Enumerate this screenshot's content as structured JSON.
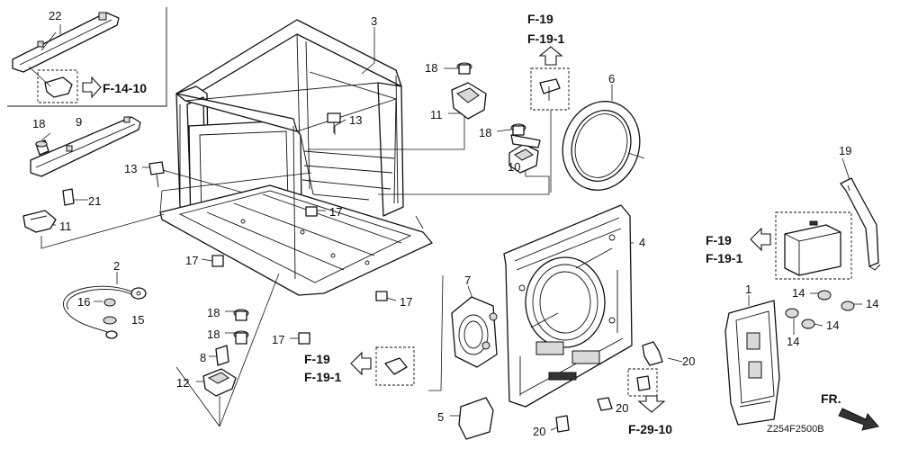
{
  "callouts": {
    "c22": "22",
    "c3": "3",
    "c18a": "18",
    "c11a": "11",
    "c13a": "13",
    "c6": "6",
    "c18b": "18",
    "c10": "10",
    "c18c": "18",
    "c9": "9",
    "c13b": "13",
    "c21": "21",
    "c11b": "11",
    "c17a": "17",
    "c17b": "17",
    "c17c": "17",
    "c17d": "17",
    "c2": "2",
    "c16": "16",
    "c15": "15",
    "c18d": "18",
    "c18e": "18",
    "c8": "8",
    "c12": "12",
    "c7": "7",
    "c4": "4",
    "c19": "19",
    "c1": "1",
    "c14a": "14",
    "c14b": "14",
    "c14c": "14",
    "c14d": "14",
    "c20a": "20",
    "c20b": "20",
    "c20c": "20",
    "c5": "5"
  },
  "refs": {
    "top_f19": "F-19",
    "top_f19_1": "F-19-1",
    "f14_10": "F-14-10",
    "right_f19": "F-19",
    "right_f19_1": "F-19-1",
    "left_f19": "F-19",
    "left_f19_1": "F-19-1",
    "f29_10": "F-29-10"
  },
  "front_label": "FR.",
  "diagram_code": "Z254F2500B",
  "icons": [
    "arrow-right-icon",
    "arrow-up-icon",
    "arrow-left-icon",
    "arrow-down-icon",
    "front-direction-arrow-icon"
  ]
}
